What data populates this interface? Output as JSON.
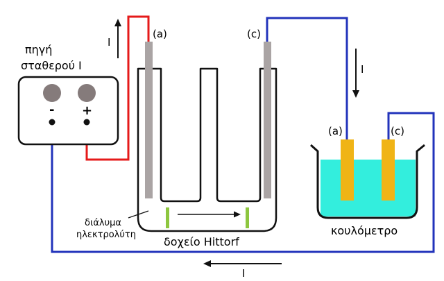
{
  "source": {
    "title_line1": "πηγή",
    "title_line2": "σταθερού Ι",
    "minus": "-",
    "plus": "+"
  },
  "labels": {
    "anode_tube": "(a)",
    "cathode_tube": "(c)",
    "anode_coulometer": "(a)",
    "cathode_coulometer": "(c)",
    "current_top": "I",
    "current_right": "I",
    "current_bottom": "I",
    "solution_line1": "διάλυμα",
    "solution_line2": "ηλεκτρολύτη",
    "hittorf": "δοχείο Hittorf",
    "coulometer": "κουλόμετρο"
  },
  "colors": {
    "positive_wire": "#e51a1a",
    "negative_wire": "#2233bb",
    "electrode": "#aaa4a4",
    "electrolyte": "#33eedd",
    "coulometer_electrode": "#f0b416",
    "separator": "#8dc63f"
  }
}
